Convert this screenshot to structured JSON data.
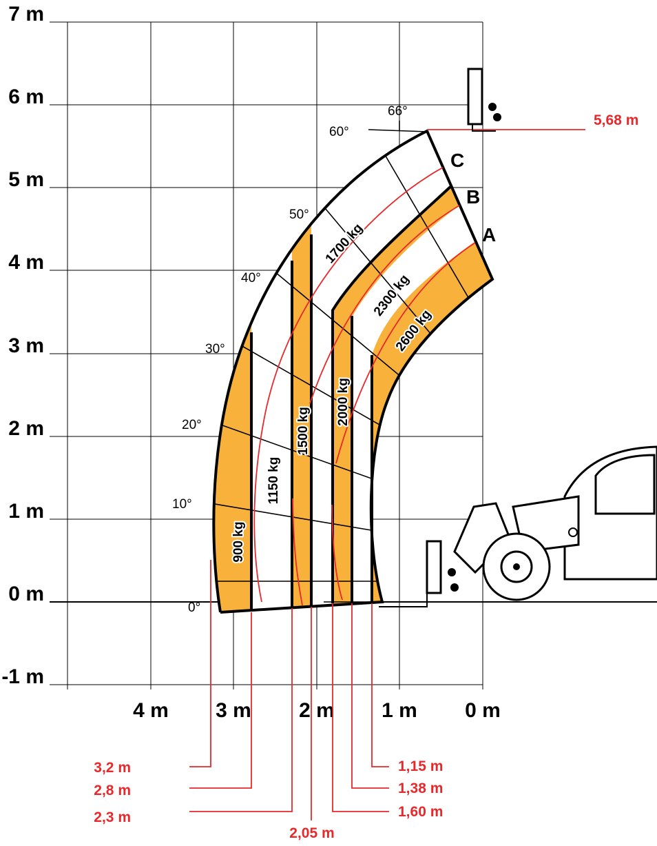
{
  "y_axis_labels": [
    "7 m",
    "6 m",
    "5 m",
    "4 m",
    "3 m",
    "2 m",
    "1 m",
    "0 m",
    "-1 m"
  ],
  "x_axis_labels": [
    "4 m",
    "3 m",
    "2 m",
    "1 m",
    "0 m"
  ],
  "angles": [
    "0°",
    "10°",
    "20°",
    "30°",
    "40°",
    "50°",
    "60°",
    "66°"
  ],
  "zones": [
    "A",
    "B",
    "C"
  ],
  "loads": [
    "900 kg",
    "1150 kg",
    "1500 kg",
    "2000 kg",
    "1700 kg",
    "2300 kg",
    "2600 kg"
  ],
  "max_height": "5,68 m",
  "reach_left": [
    "3,2 m",
    "2,8 m",
    "2,3 m"
  ],
  "reach_mid": "2,05 m",
  "reach_right": [
    "1,15 m",
    "1,38 m",
    "1,60 m"
  ],
  "colors": {
    "load_zone": "#f8b23c",
    "dimension": "#e8282a"
  }
}
